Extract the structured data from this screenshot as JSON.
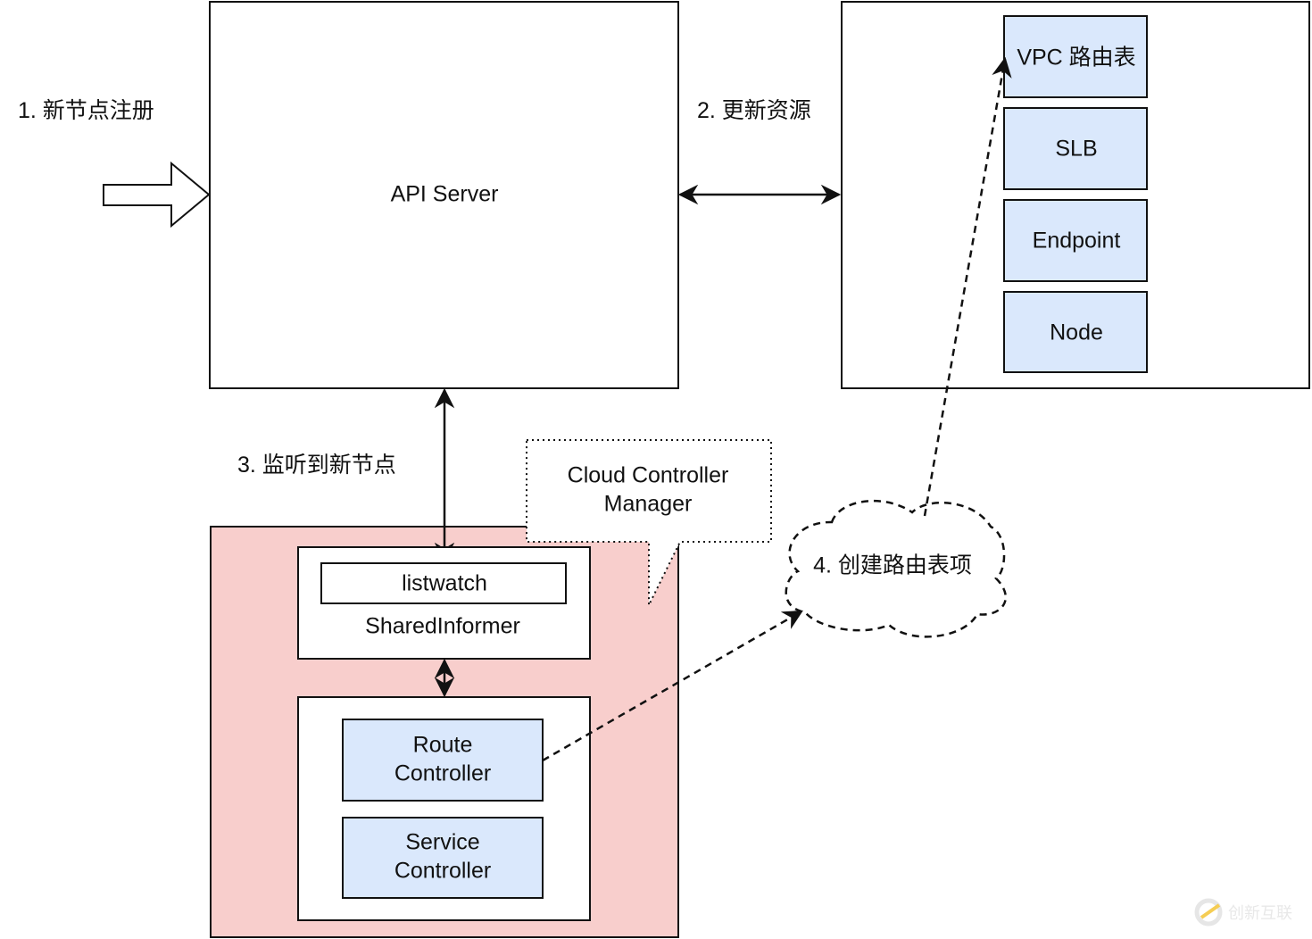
{
  "diagram": {
    "step1_label": "1. 新节点注册",
    "step2_label": "2. 更新资源",
    "step3_label": "3. 监听到新节点",
    "step4_label": "4. 创建路由表项",
    "api_server": {
      "label": "API Server"
    },
    "cloud_resources": {
      "items": [
        {
          "label": "VPC 路由表"
        },
        {
          "label": "SLB"
        },
        {
          "label": "Endpoint"
        },
        {
          "label": "Node"
        }
      ]
    },
    "ccm": {
      "callout_line1": "Cloud Controller",
      "callout_line2": "Manager",
      "shared_informer": {
        "label": "SharedInformer",
        "listwatch_label": "listwatch"
      },
      "controllers": [
        {
          "line1": "Route",
          "line2": "Controller"
        },
        {
          "line1": "Service",
          "line2": "Controller"
        }
      ]
    },
    "colors": {
      "ccm_fill": "#f8cecc",
      "resource_fill": "#dae8fc",
      "stroke": "#111111"
    }
  },
  "watermark": {
    "text": "创新互联"
  }
}
